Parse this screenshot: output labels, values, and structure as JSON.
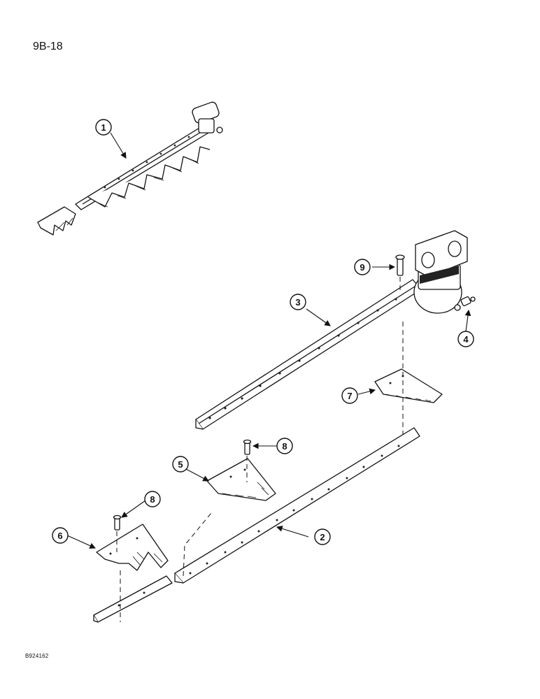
{
  "page_number": "9B-18",
  "drawing_code": "B924162",
  "callouts": [
    "1",
    "2",
    "3",
    "4",
    "5",
    "6",
    "7",
    "8",
    "8",
    "9"
  ],
  "colors": {
    "line": "#111111",
    "background": "#ffffff"
  }
}
